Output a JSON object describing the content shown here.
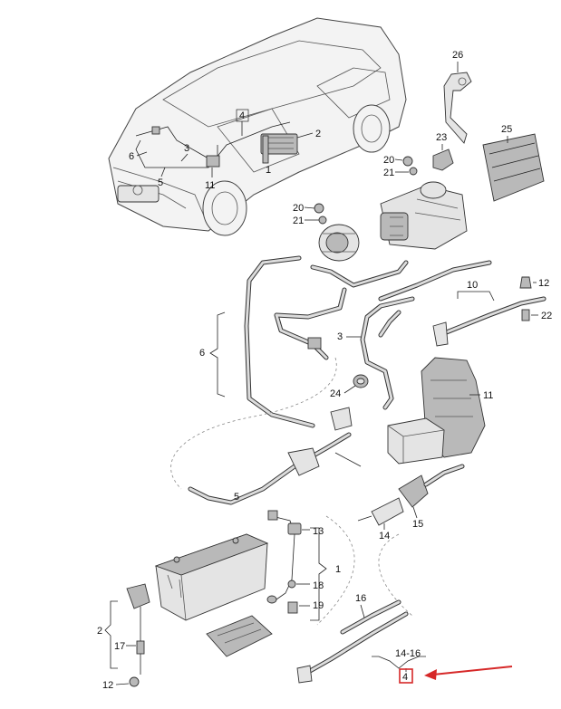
{
  "labels": {
    "l_car_4": "4",
    "l_car_2": "2",
    "l_car_3": "3",
    "l_car_6": "6",
    "l_car_5": "5",
    "l_car_1": "1",
    "l_car_11": "11",
    "l_26": "26",
    "l_23": "23",
    "l_25": "25",
    "l_20a": "20",
    "l_21a": "21",
    "l_20b": "20",
    "l_21b": "21",
    "l_12a": "12",
    "l_22": "22",
    "l_10": "10",
    "l_6": "6",
    "l_3": "3",
    "l_24": "24",
    "l_11": "11",
    "l_5": "5",
    "l_13": "13",
    "l_1": "1",
    "l_18": "18",
    "l_19": "19",
    "l_15": "15",
    "l_14": "14",
    "l_16": "16",
    "l_2": "2",
    "l_17": "17",
    "l_12b": "12",
    "l_1416": "14-16",
    "l_4": "4"
  },
  "colors": {
    "highlight_box": "#d62828",
    "arrow": "#d62828"
  }
}
